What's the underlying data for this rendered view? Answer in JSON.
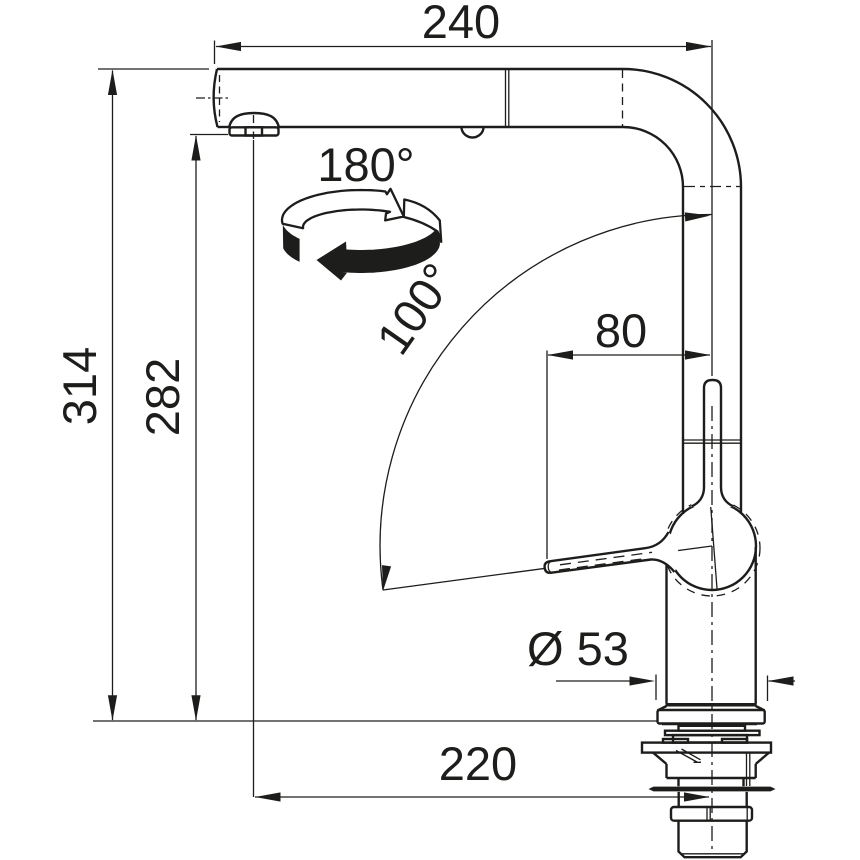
{
  "drawing": {
    "type": "technical-dimension-diagram",
    "subject": "kitchen pull-out spray mixer tap, side elevation with installation dimensions",
    "background_color": "#ffffff",
    "line_color": "#1d1d1b"
  },
  "labels": {
    "dim_width_top": "240",
    "dim_height_total": "314",
    "dim_height_spout": "282",
    "dim_handle_offset": "80",
    "dim_reach_bottom": "220",
    "dim_base_diameter": "Ø 53",
    "angle_head_rotation": "180°",
    "angle_handle_swivel": "100°"
  }
}
